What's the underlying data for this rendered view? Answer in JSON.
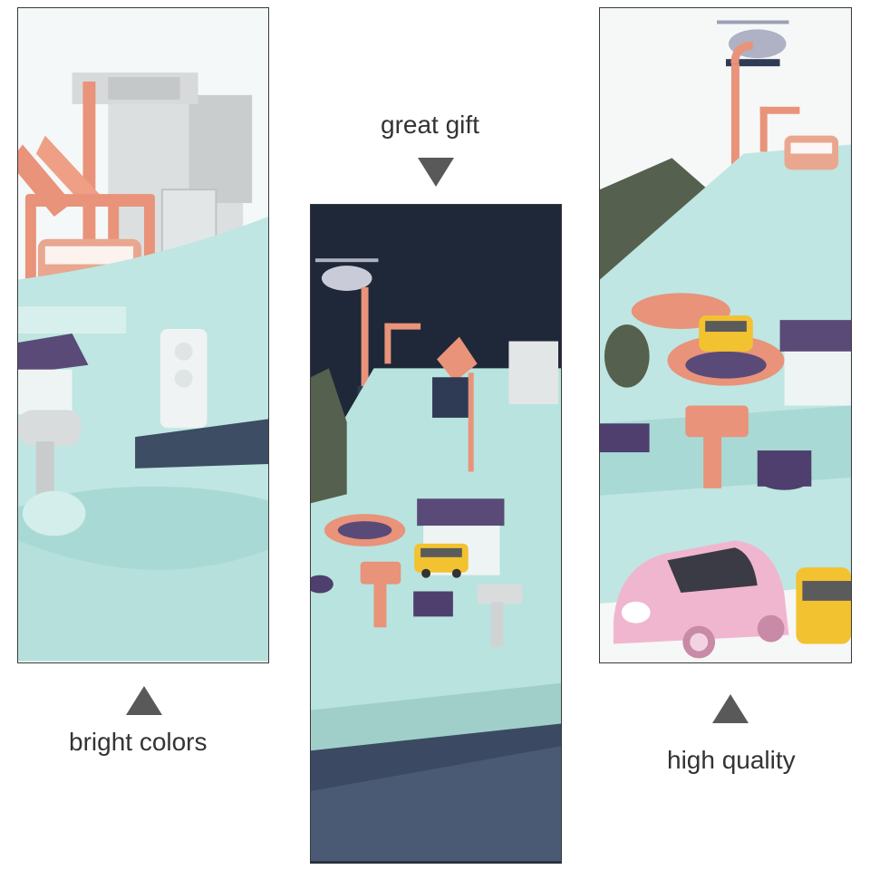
{
  "captions": {
    "top": "great gift",
    "left": "bright colors",
    "right": "high quality"
  },
  "arrows": {
    "top": "down-triangle-icon",
    "left": "up-triangle-icon",
    "right": "up-triangle-icon"
  },
  "colors": {
    "mint": "#bfe6e2",
    "coral": "#e8937a",
    "purple": "#5a4a78",
    "navy": "#1f2a3a",
    "yellow": "#f2c230",
    "pink": "#f0b6cf",
    "grey": "#d9dcdc",
    "arrow": "#595959"
  }
}
